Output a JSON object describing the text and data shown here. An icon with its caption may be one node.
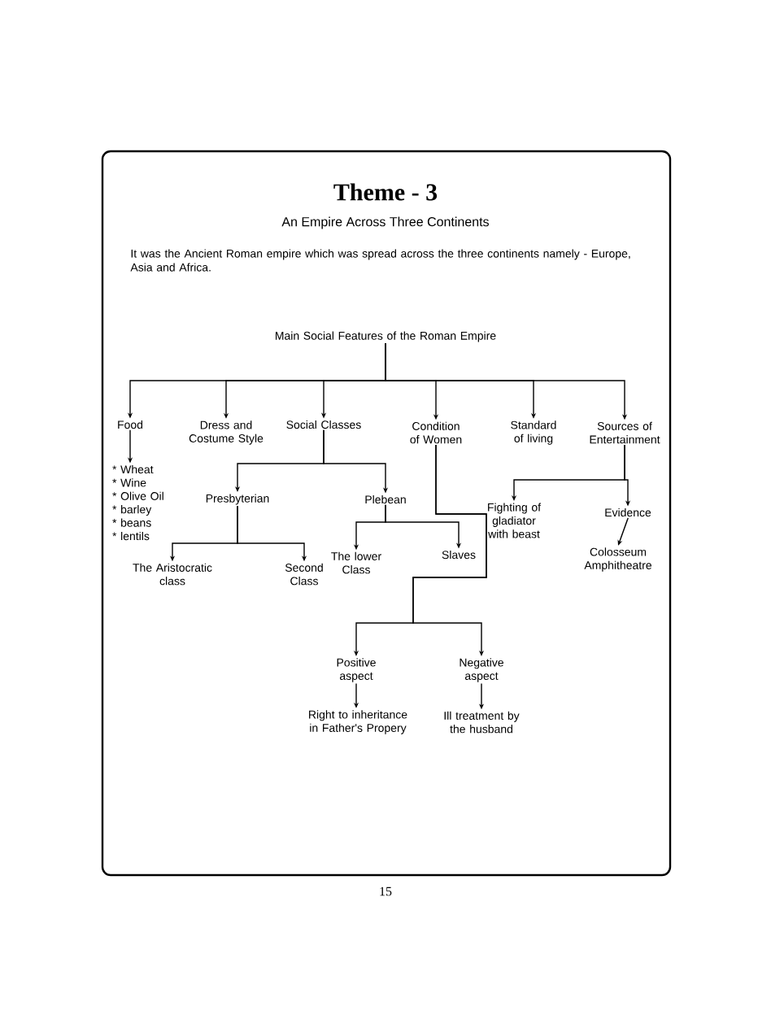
{
  "diagram": {
    "title": "Theme - 3",
    "nodes": [
      {
        "text": [
          "Main Social Features of the Roman Empire"
        ]
      },
      {
        "text": [
          "Food"
        ]
      },
      {
        "text": [
          "Dress and Costume Style"
        ]
      },
      {
        "text": [
          "Social Classes"
        ]
      },
      {
        "text": [
          "Condition of Women"
        ]
      },
      {
        "text": [
          "Standard of living"
        ]
      },
      {
        "text": [
          "Sources of Entertainment"
        ]
      },
      {
        "text": [
          "* Wheat",
          "* Wine",
          "* Olive Oil",
          "* barley",
          "* beans",
          "* lentils"
        ]
      },
      {
        "text": [
          "Presbyterian"
        ]
      },
      {
        "text": [
          "Plebean"
        ]
      },
      {
        "text": [
          "The Aristocratic class"
        ]
      },
      {
        "text": [
          "Second Class"
        ]
      },
      {
        "text": [
          "The lower Class"
        ]
      },
      {
        "text": [
          "Slaves"
        ]
      },
      {
        "text": [
          "Fighting of gladiator with beast"
        ]
      },
      {
        "text": [
          "Evidence"
        ]
      },
      {
        "text": [
          "Colosseum Amphitheatre"
        ]
      },
      {
        "text": [
          "Positive aspect"
        ]
      },
      {
        "text": [
          "Negative aspect"
        ]
      },
      {
        "text": [
          "Right to inheritance in Father's Propery"
        ]
      },
      {
        "text": [
          "Ill treatment by the husband"
        ]
      }
    ],
    "edges": [
      {
        "from": 0,
        "to": 1,
        "arrow": "to"
      },
      {
        "from": 0,
        "to": 2,
        "arrow": "to"
      },
      {
        "from": 0,
        "to": 3,
        "arrow": "to"
      },
      {
        "from": 0,
        "to": 4,
        "arrow": "to"
      },
      {
        "from": 0,
        "to": 5,
        "arrow": "to"
      },
      {
        "from": 0,
        "to": 6,
        "arrow": "to"
      },
      {
        "from": 1,
        "to": 7,
        "arrow": "to"
      },
      {
        "from": 3,
        "to": 8,
        "arrow": "to"
      },
      {
        "from": 3,
        "to": 9,
        "arrow": "to"
      },
      {
        "from": 8,
        "to": 10,
        "arrow": "to"
      },
      {
        "from": 8,
        "to": 11,
        "arrow": "to"
      },
      {
        "from": 9,
        "to": 12,
        "arrow": "to"
      },
      {
        "from": 9,
        "to": 13,
        "arrow": "to"
      },
      {
        "from": 6,
        "to": 14,
        "arrow": "to"
      },
      {
        "from": 6,
        "to": 15,
        "arrow": "to"
      },
      {
        "from": 15,
        "to": 16,
        "arrow": "to"
      },
      {
        "from": 4,
        "to": 17,
        "arrow": "to"
      },
      {
        "from": 4,
        "to": 18,
        "arrow": "to"
      },
      {
        "from": 17,
        "to": 19,
        "arrow": "to"
      },
      {
        "from": 18,
        "to": 20,
        "arrow": "to"
      }
    ],
    "labels": [
      "An Empire Across Three Continents",
      "It was the Ancient Roman empire which was spread across the three continents namely - Europe, Asia and Africa.",
      "15"
    ]
  }
}
